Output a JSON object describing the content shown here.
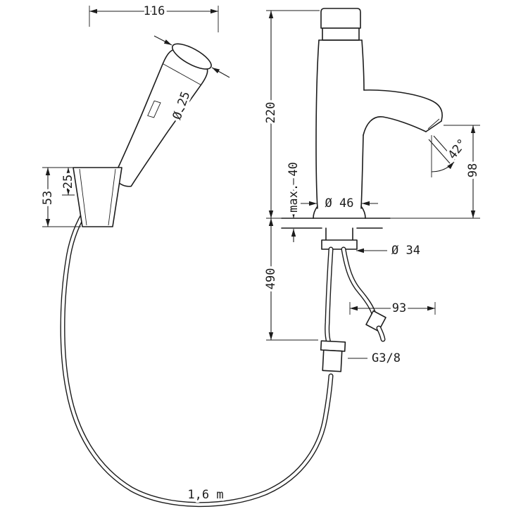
{
  "style": {
    "background": "#ffffff",
    "line": "#1c1c1c"
  },
  "dims": {
    "width_116": "116",
    "head_dia": "Ø 25",
    "holder_height": "53",
    "holder_inset": "25",
    "faucet_height": "220",
    "deck_max": "max. 40",
    "body_dia": "Ø 46",
    "spray_angle": "42°",
    "spout_height": "98",
    "shank_dia": "Ø 34",
    "under_deck": "490",
    "hose_offset": "93",
    "thread": "G3/8",
    "hose_length": "1,6 m"
  }
}
